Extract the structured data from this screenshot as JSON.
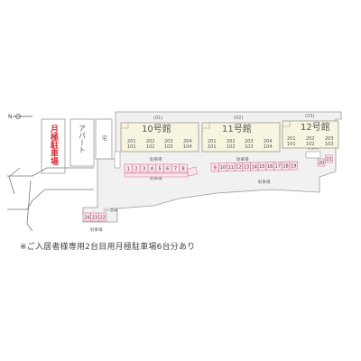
{
  "compass": {
    "label": "N"
  },
  "monthly_parking": {
    "label": "月極駐車場",
    "color": "#d9343a"
  },
  "apartment": {
    "label": "アパート"
  },
  "house": {
    "label": "宅"
  },
  "buildings": [
    {
      "number": "(01)",
      "name": "10号館",
      "units": [
        "201",
        "101",
        "202",
        "102",
        "203",
        "103",
        "204",
        "104"
      ]
    },
    {
      "number": "(02)",
      "name": "11号館",
      "units": [
        "201",
        "101",
        "202",
        "102",
        "203",
        "103",
        "204",
        "104"
      ]
    },
    {
      "number": "(03)",
      "name": "12号館",
      "units": [
        "201",
        "101",
        "202",
        "102",
        "203",
        "103"
      ]
    }
  ],
  "parking_label": "駐車場",
  "bike_parking_label": "駐輪場",
  "garbage_label": "ゴミ置場",
  "row_a_spaces": [
    "1",
    "2",
    "3",
    "4",
    "5",
    "6",
    "7",
    "8"
  ],
  "row_b_spaces": [
    "9",
    "10",
    "11",
    "12",
    "13",
    "14",
    "15",
    "16",
    "17",
    "18",
    "19"
  ],
  "row_c_spaces": [
    "20",
    "21"
  ],
  "row_d_spaces": [
    "24",
    "23",
    "22"
  ],
  "note": "※ご入居者様専用2台目用月極駐車場6台分あり",
  "colors": {
    "building_fill": "#f7f5df",
    "building_stroke": "#9a9a8c",
    "site_fill": "#f1f1f1",
    "site_stroke": "#9a9a9a",
    "space_fill": "#fbe4ea",
    "space_stroke": "#d77a94"
  }
}
